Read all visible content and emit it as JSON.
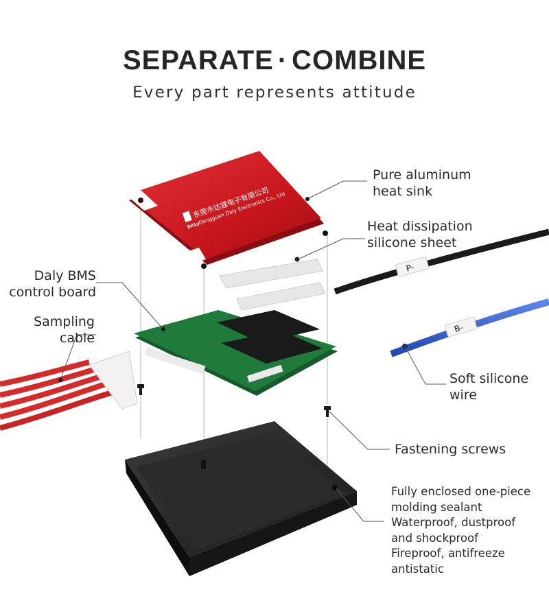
{
  "header": {
    "title_left": "SEPARATE",
    "title_dot": "·",
    "title_right": "COMBINE",
    "subtitle": "Every part represents attitude"
  },
  "heatsink": {
    "logo_cn": "东莞市达锂电子有限公司",
    "logo_brand": "DALy",
    "logo_en": "Dongguan Daly Electronics Co., Ltd"
  },
  "wire_tags": {
    "top": "P-",
    "bottom": "B-"
  },
  "labels": {
    "heat_sink": [
      "Pure aluminum",
      "heat sink"
    ],
    "silicone_sheet": [
      "Heat dissipation",
      "silicone sheet"
    ],
    "bms_board": [
      "Daly BMS",
      "control board"
    ],
    "sampling_cable": [
      "Sampling",
      "cable"
    ],
    "silicone_wire": [
      "Soft silicone",
      "wire"
    ],
    "screws": [
      "Fastening screws"
    ],
    "enclosure": [
      "Fully enclosed one-piece",
      "molding sealant",
      "Waterproof, dustproof",
      "and shockproof",
      "Fireproof, antifreeze",
      "antistatic"
    ]
  },
  "colors": {
    "heatsink_red": "#c8161d",
    "pcb_green": "#1f7a3c",
    "wire_blue": "#2f5fd0",
    "case_black": "#1a1a1a",
    "cable_red": "#d42a2a"
  }
}
